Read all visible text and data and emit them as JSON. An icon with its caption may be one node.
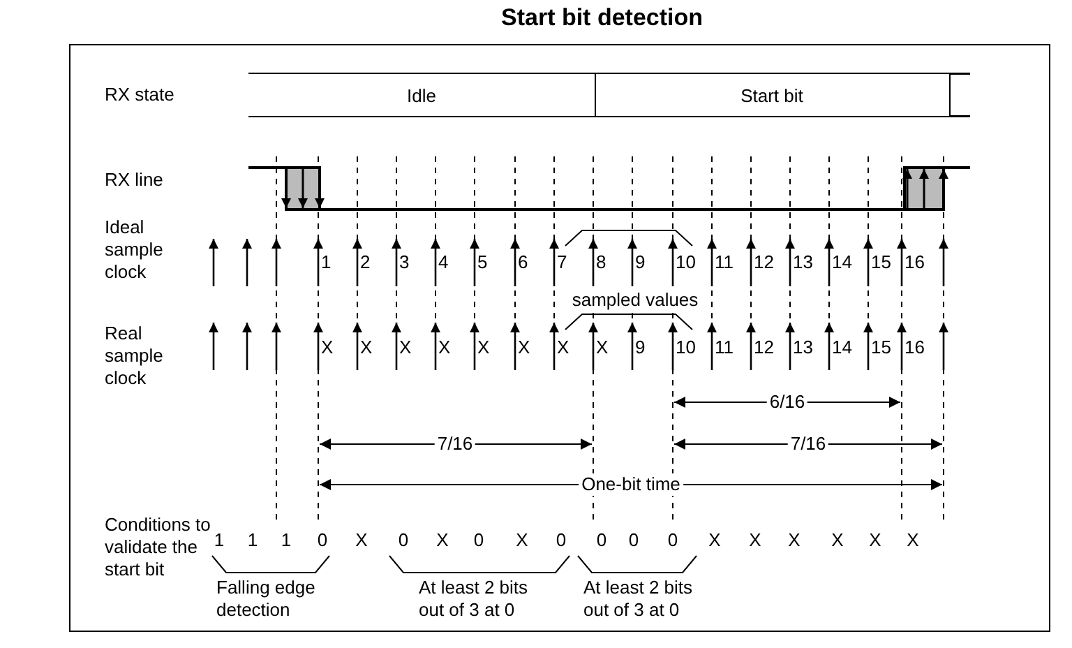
{
  "diagram": {
    "title": "Start bit detection",
    "nodes": [
      {
        "text": [
          "Idle"
        ]
      },
      {
        "text": [
          "Start bit"
        ]
      }
    ],
    "labels": [
      "RX state",
      "RX line",
      "Ideal sample clock",
      "1",
      "2",
      "3",
      "4",
      "5",
      "6",
      "7",
      "8",
      "9",
      "10",
      "11",
      "12",
      "13",
      "14",
      "15",
      "16",
      "sampled values",
      "Real sample clock",
      "X",
      "X",
      "X",
      "X",
      "X",
      "X",
      "X",
      "X",
      "9",
      "10",
      "11",
      "12",
      "13",
      "14",
      "15",
      "16",
      "6/16",
      "7/16",
      "7/16",
      "One-bit time",
      "Conditions to validate the start bit",
      "1",
      "1",
      "1",
      "0",
      "X",
      "0",
      "X",
      "0",
      "X",
      "0",
      "0",
      "0",
      "0",
      "X",
      "X",
      "X",
      "X",
      "X",
      "X",
      "Falling edge detection",
      "At least 2 bits out of 3 at 0",
      "At least 2 bits out of 3 at 0"
    ]
  }
}
